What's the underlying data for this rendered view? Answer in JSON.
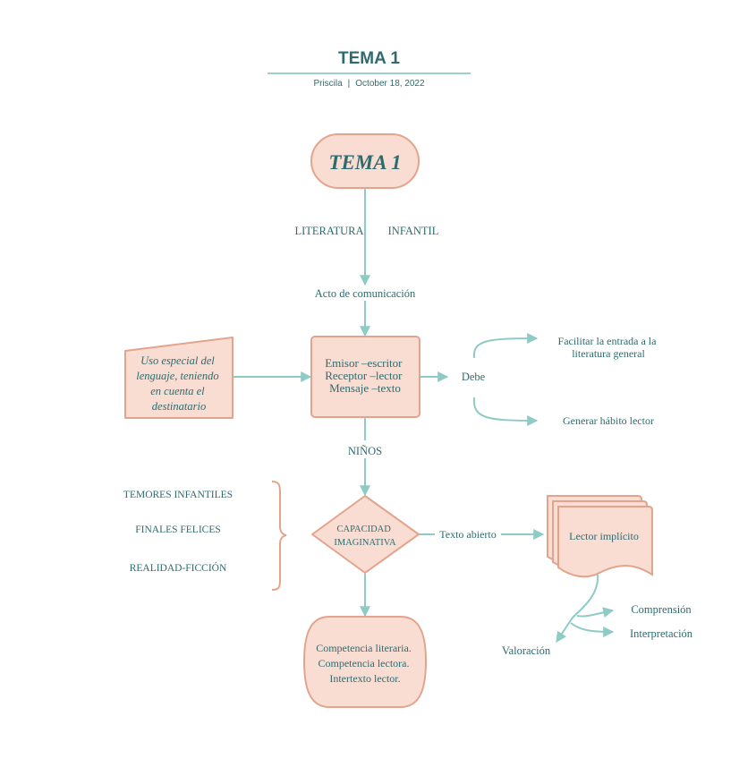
{
  "document": {
    "title": "TEMA 1",
    "author": "Priscila",
    "separator": "|",
    "date": "October 18, 2022"
  },
  "colors": {
    "title_text": "#2d6b6e",
    "node_fill": "#f9ddd3",
    "node_stroke": "#e3a48d",
    "connector": "#8ecbc5",
    "label_text": "#2d6b6e"
  },
  "diagram": {
    "nodes": {
      "start": {
        "label": "TEMA 1",
        "shape": "terminator"
      },
      "input": {
        "lines": [
          "Uso especial del",
          "lenguaje, teniendo",
          "en cuenta el",
          "destinatario"
        ],
        "shape": "manual-input"
      },
      "process": {
        "lines": [
          "Emisor –escritor",
          "Receptor –lector",
          "Mensaje –texto"
        ],
        "shape": "process"
      },
      "decision": {
        "lines": [
          "CAPACIDAD",
          "IMAGINATIVA"
        ],
        "shape": "decision"
      },
      "documents": {
        "label": "Lector implícito",
        "shape": "multi-document"
      },
      "end": {
        "lines": [
          "Competencia literaria.",
          "Competencia lectora.",
          "Intertexto lector."
        ],
        "shape": "terminator"
      }
    },
    "labels": {
      "literatura": "LITERATURA",
      "infantil": "INFANTIL",
      "acto": "Acto de comunicación",
      "debe": "Debe",
      "facilitar": [
        "Facilitar la entrada a la",
        "literatura general"
      ],
      "generar": "Generar hábito lector",
      "ninos": "NIÑOS",
      "texto_abierto": "Texto abierto",
      "comprension": "Comprensión",
      "interpretacion": "Interpretación",
      "valoracion": "Valoración"
    },
    "side_list": [
      "TEMORES INFANTILES",
      "FINALES FELICES",
      "REALIDAD-FICCIÓN"
    ]
  }
}
